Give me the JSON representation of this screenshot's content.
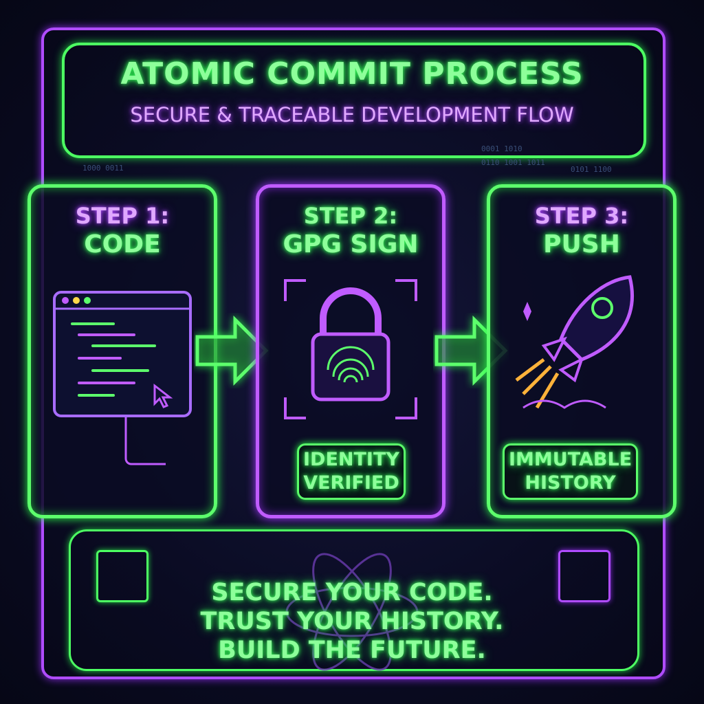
{
  "header": {
    "title": "ATOMIC COMMIT PROCESS",
    "subtitle": "SECURE & TRACEABLE DEVELOPMENT FLOW"
  },
  "steps": [
    {
      "label": "STEP 1:",
      "name": "CODE",
      "icon": "code-editor-icon"
    },
    {
      "label": "STEP 2:",
      "name": "GPG SIGN",
      "icon": "fingerprint-lock-icon",
      "badge": [
        "IDENTITY",
        "VERIFIED"
      ]
    },
    {
      "label": "STEP 3:",
      "name": "PUSH",
      "icon": "rocket-icon",
      "badge": [
        "IMMUTABLE",
        "HISTORY"
      ]
    }
  ],
  "tagline": [
    "SECURE YOUR CODE.",
    "TRUST YOUR HISTORY.",
    "BUILD THE FUTURE."
  ],
  "decor": {
    "binary": [
      "0001 1010",
      "0110 1001 1011",
      "1000 0011",
      "0101 1100"
    ]
  },
  "colors": {
    "green": "#5dff6c",
    "purple": "#c05cff",
    "background": "#0a0b22"
  }
}
